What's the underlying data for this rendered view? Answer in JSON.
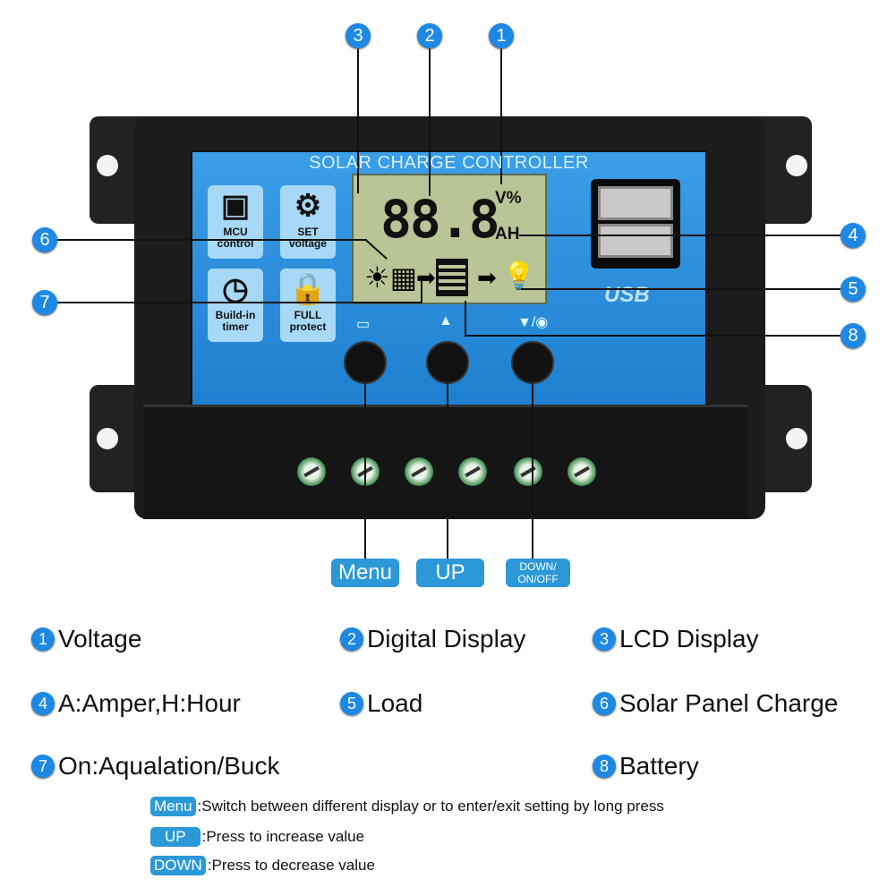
{
  "device": {
    "title": "SOLAR CHARGE CONTROLLER",
    "lcd_digits": "88.8",
    "lcd_unit_top": "V%",
    "lcd_unit_bottom": "AH",
    "usb_label": "USB",
    "feature_icons": [
      {
        "icon": "chip-icon",
        "line1": "MCU",
        "line2": "control"
      },
      {
        "icon": "gear-icon",
        "line1": "SET",
        "line2": "voltage"
      },
      {
        "icon": "clock-icon",
        "line1": "Build-in",
        "line2": "timer"
      },
      {
        "icon": "lock-icon",
        "line1": "FULL",
        "line2": "protect"
      }
    ],
    "button_labels": [
      "Menu",
      "UP",
      "DOWN/\nON/OFF"
    ]
  },
  "callouts": [
    "1",
    "2",
    "3",
    "4",
    "5",
    "6",
    "7",
    "8"
  ],
  "legend": [
    {
      "num": "1",
      "text": "Voltage"
    },
    {
      "num": "2",
      "text": "Digital Display"
    },
    {
      "num": "3",
      "text": "LCD Display"
    },
    {
      "num": "4",
      "text": "A:Amper,H:Hour"
    },
    {
      "num": "5",
      "text": "Load"
    },
    {
      "num": "6",
      "text": "Solar Panel Charge"
    },
    {
      "num": "7",
      "text": "On:Aqualation/Buck"
    },
    {
      "num": "8",
      "text": "Battery"
    }
  ],
  "notes": [
    {
      "badge": "Menu",
      "text": ":Switch between different display or to enter/exit setting by long press"
    },
    {
      "badge": "UP",
      "text": ":Press to increase value"
    },
    {
      "badge": "DOWN",
      "text": ":Press to decrease value"
    }
  ],
  "colors": {
    "accent": "#1e88e5",
    "panel": "#2b8fe0",
    "lcd": "#b9c596"
  }
}
